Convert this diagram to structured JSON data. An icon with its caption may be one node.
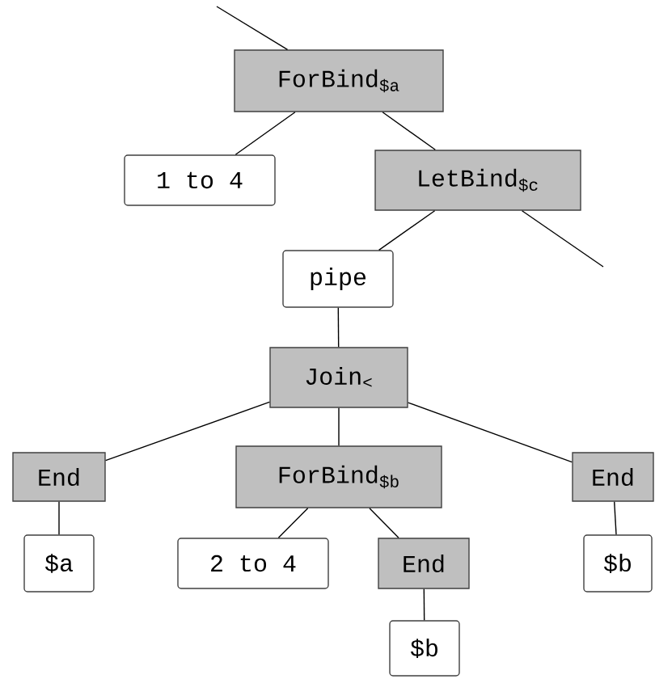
{
  "diagram": {
    "nodes": [
      {
        "text": [
          "ForBind$_{$a}$"
        ]
      },
      {
        "text": [
          "1 to 4"
        ]
      },
      {
        "text": [
          "LetBind$_{$c}$"
        ]
      },
      {
        "text": [
          "pipe"
        ]
      },
      {
        "text": [
          "Join$_{<}$"
        ]
      },
      {
        "text": [
          "End"
        ]
      },
      {
        "text": [
          "ForBind$_{$b}$"
        ]
      },
      {
        "text": [
          "End"
        ]
      },
      {
        "text": [
          "$a"
        ]
      },
      {
        "text": [
          "2 to 4"
        ]
      },
      {
        "text": [
          "End"
        ]
      },
      {
        "text": [
          "$b"
        ]
      },
      {
        "text": [
          "$b"
        ]
      }
    ],
    "edges": [
      {
        "from": null,
        "to": 0,
        "arrow": "none"
      },
      {
        "from": 0,
        "to": 1,
        "arrow": "none"
      },
      {
        "from": 0,
        "to": 2,
        "arrow": "none"
      },
      {
        "from": 2,
        "to": null,
        "arrow": "none"
      },
      {
        "from": 2,
        "to": 3,
        "arrow": "none"
      },
      {
        "from": 3,
        "to": 4,
        "arrow": "none"
      },
      {
        "from": 4,
        "to": 5,
        "arrow": "none"
      },
      {
        "from": 4,
        "to": 6,
        "arrow": "none"
      },
      {
        "from": 4,
        "to": 7,
        "arrow": "none"
      },
      {
        "from": 5,
        "to": 8,
        "arrow": "none"
      },
      {
        "from": 6,
        "to": 9,
        "arrow": "none"
      },
      {
        "from": 6,
        "to": 10,
        "arrow": "none"
      },
      {
        "from": 7,
        "to": 11,
        "arrow": "none"
      },
      {
        "from": 10,
        "to": 12,
        "arrow": "none"
      }
    ]
  }
}
